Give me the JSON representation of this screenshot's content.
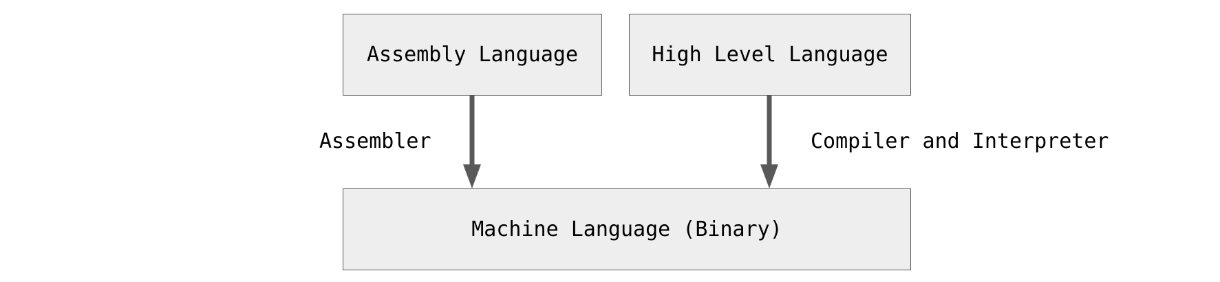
{
  "nodes": {
    "assembly": {
      "label": "Assembly Language"
    },
    "high_level": {
      "label": "High Level Language"
    },
    "machine": {
      "label": "Machine Language (Binary)"
    }
  },
  "edges": {
    "assembler": {
      "label": "Assembler",
      "from": "assembly",
      "to": "machine"
    },
    "compiler": {
      "label": "Compiler and Interpreter",
      "from": "high_level",
      "to": "machine"
    }
  },
  "colors": {
    "box_fill": "#eeeeee",
    "box_border": "#595959",
    "arrow": "#595959",
    "text": "#000000"
  }
}
